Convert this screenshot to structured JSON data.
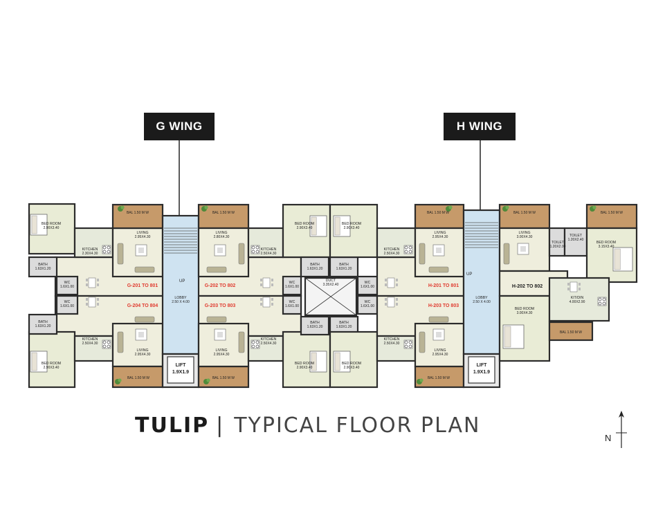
{
  "wings": {
    "g": "G WING",
    "h": "H WING"
  },
  "title": {
    "project": "TULIP",
    "separator": "|",
    "subtitle": "TYPICAL FLOOR PLAN"
  },
  "north_label": "N",
  "labels": {
    "bal": "BAL 1.50 M W",
    "bal_short": "BAL 1.50 M W",
    "living": "LIVING",
    "living_g_top_l": "2.95X4.30",
    "living_g_top_r": "2.80X4.30",
    "living_g_bot_l": "2.95X4.30",
    "living_g_bot_r": "2.95X4.30",
    "living_h_top_l": "2.95X4.30",
    "living_h_top_r": "3.00X4.30",
    "living_h_bot_l": "2.95X4.30",
    "kitchen": "KITCHEN",
    "kitchen_a": "2.30X4.30",
    "kitchen_b": "2.50X4.30",
    "kitchen_c": "2.50X4.30",
    "kitchen_d": "2.50X4.30",
    "kitchen_e": "2.50X4.30",
    "kitchen_f": "2.50X4.30",
    "bed": "BED ROOM",
    "bed_a": "2.90X3.40",
    "bed_b": "2.90X3.40",
    "bed_c": "2.90X3.40",
    "bed_d": "2.90X3.40",
    "bed_e": "2.90X3.40",
    "bed_f": "2.90X3.40",
    "bed_h1": "3.15X3.40",
    "bed_h2": "3.00X4.30",
    "bath": "BATH",
    "bath_dim": "1.63X1.20",
    "wc": "WC",
    "wc_dim": "1.6X1.00",
    "duct": "DUCT",
    "duct_dim": "3.35X2.40",
    "lobby": "LOBBY",
    "lobby_g": "2.50 X 4.00",
    "lobby_h": "2.50 X 4.00",
    "lift": "LIFT",
    "lift_dim": "1.9X1.9",
    "up": "UP",
    "toilet": "TOILET",
    "toilet_a": "1.20X2.40",
    "toilet_b": "1.20X2.00",
    "kitdin": "KIT/DIN",
    "kitdin_dim": "4.00X2.90",
    "unit_g201": "G-201 TO 801",
    "unit_g202": "G-202 TO 802",
    "unit_g204": "G-204 TO 804",
    "unit_g203": "G-203 TO 803",
    "unit_h201": "H-201 TO 801",
    "unit_h203": "H-203 TO 803",
    "unit_h202": "H-202 TO 802"
  },
  "colors": {
    "wall": "#2b2b2b",
    "floor_living": "#efeedd",
    "floor_bed": "#e9ecd6",
    "floor_kitchen": "#e6eadb",
    "floor_wet": "#dcdcdc",
    "balcony": "#c69a6a",
    "lobby": "#cfe3f1",
    "unit_label": "#e03a2e",
    "sofa": "#b9b395"
  }
}
